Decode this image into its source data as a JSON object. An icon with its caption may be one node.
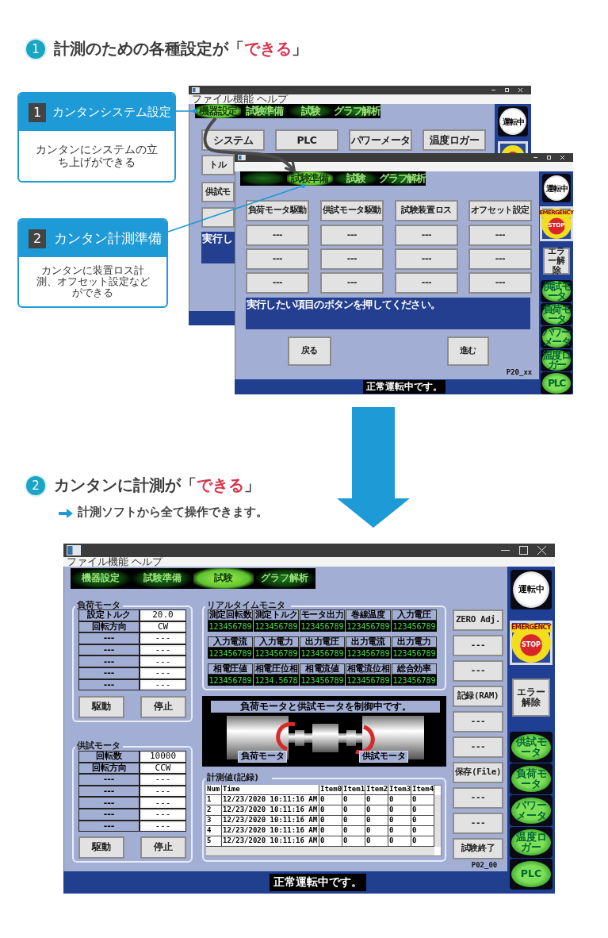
{
  "diagram": {
    "nodes": [
      {
        "text": [
          "1",
          "カンタンシステム設定",
          "カンタンにシステムの立ち上げができる"
        ]
      },
      {
        "text": [
          "2",
          "カンタン計測準備",
          "カンタンに装置ロス計測、オフセット設定などができる"
        ]
      },
      {
        "text": [
          "機器設定"
        ]
      },
      {
        "text": [
          "試験準備"
        ]
      },
      {
        "text": [
          "試験"
        ]
      },
      {
        "text": [
          "グラフ解析"
        ]
      },
      {
        "text": [],
        "shape": "box"
      },
      {
        "text": [
          "試験準備"
        ]
      },
      {
        "text": [
          "試験"
        ]
      },
      {
        "text": [
          "グラフ解析"
        ]
      },
      {
        "text": [
          "機器設定"
        ]
      },
      {
        "text": [
          "試験準備"
        ]
      },
      {
        "text": [
          "試験"
        ]
      },
      {
        "text": [
          "グラフ解析"
        ]
      }
    ],
    "edges": [
      {
        "from": 0,
        "to": 2,
        "arrow": "other"
      },
      {
        "from": 1,
        "to": 7,
        "arrow": "other"
      },
      {
        "from": 2,
        "to": 7,
        "arrow": "to",
        "style": "thick",
        "color": "#4a4a4a"
      }
    ],
    "labels": [
      "1",
      "計測のための各種設定が「**できる**」",
      "ファイル",
      "機能",
      "ヘルプ",
      "システム",
      "PLC",
      "パワーメータ",
      "温度ロガー",
      "トル",
      "供試モ",
      "実行し",
      "運転中",
      "負荷モータ駆動",
      "供試モータ駆動",
      "試験装置ロス",
      "オフセット設定",
      "---",
      "---",
      "---",
      "---",
      "---",
      "---",
      "---",
      "---",
      "---",
      "---",
      "---",
      "---",
      "実行したい項目のボタンを押してください。",
      "戻る",
      "進む",
      "P20_xx",
      "正常運転中です。",
      "運転中",
      "EMERGENCY",
      "STOP",
      "エラー解除",
      "供試モータ",
      "負荷モータ",
      "パワーメータ",
      "温度ロガー",
      "PLC",
      "2",
      "カンタンに計測が「**できる**」",
      "計測ソフトから全て操作できます。",
      "ファイル",
      "機能",
      "ヘルプ",
      "負荷モータ",
      "設定トルク",
      "20.0",
      "回転方向",
      "CW",
      "---",
      "---",
      "---",
      "---",
      "---",
      "---",
      "---",
      "---",
      "---",
      "---",
      "駆動",
      "停止",
      "供試モータ",
      "回転数",
      "10000",
      "回転方向",
      "CCW",
      "---",
      "---",
      "---",
      "---",
      "---",
      "---",
      "---",
      "---",
      "---",
      "---",
      "駆動",
      "停止",
      "リアルタイムモニタ",
      "測定回転数",
      "測定トルク",
      "モータ出力",
      "巻線温度",
      "入力電圧",
      "123456789",
      "123456789",
      "123456789",
      "123456789",
      "123456789",
      "入力電流",
      "入力電力",
      "出力電圧",
      "出力電流",
      "出力電力",
      "123456789",
      "123456789",
      "123456789",
      "123456789",
      "123456789",
      "相電圧値",
      "相電圧位相",
      "相電流値",
      "相電流位相",
      "総合効率",
      "123456789",
      "1234.5678",
      "123456789",
      "123456789",
      "123456789",
      "負荷モータと供試モータを制御中です。",
      "負荷モータ",
      "供試モータ",
      "計測値(記録)",
      "Num",
      "Time",
      "Item0",
      "Item1",
      "Item2",
      "Item3",
      "Item4",
      "1",
      "12/23/2020 10:11:16 AM",
      "0",
      "0",
      "0",
      "0",
      "0",
      "2",
      "12/23/2020 10:11:16 AM",
      "0",
      "0",
      "0",
      "0",
      "0",
      "3",
      "12/23/2020 10:11:16 AM",
      "0",
      "0",
      "0",
      "0",
      "0",
      "4",
      "12/23/2020 10:11:16 AM",
      "0",
      "0",
      "0",
      "0",
      "0",
      "5",
      "12/23/2020 10:11:16 AM",
      "0",
      "0",
      "0",
      "0",
      "0",
      "ZERO Adj.",
      "---",
      "---",
      "記録(RAM)",
      "---",
      "---",
      "保存(File)",
      "---",
      "---",
      "試験終了",
      "P02_00",
      "正常運転中です。",
      "運転中",
      "EMERGENCY",
      "STOP",
      "エラー解除",
      "供試モータ",
      "負荷モータ",
      "パワーメータ",
      "温度ロガー",
      "PLC"
    ]
  }
}
